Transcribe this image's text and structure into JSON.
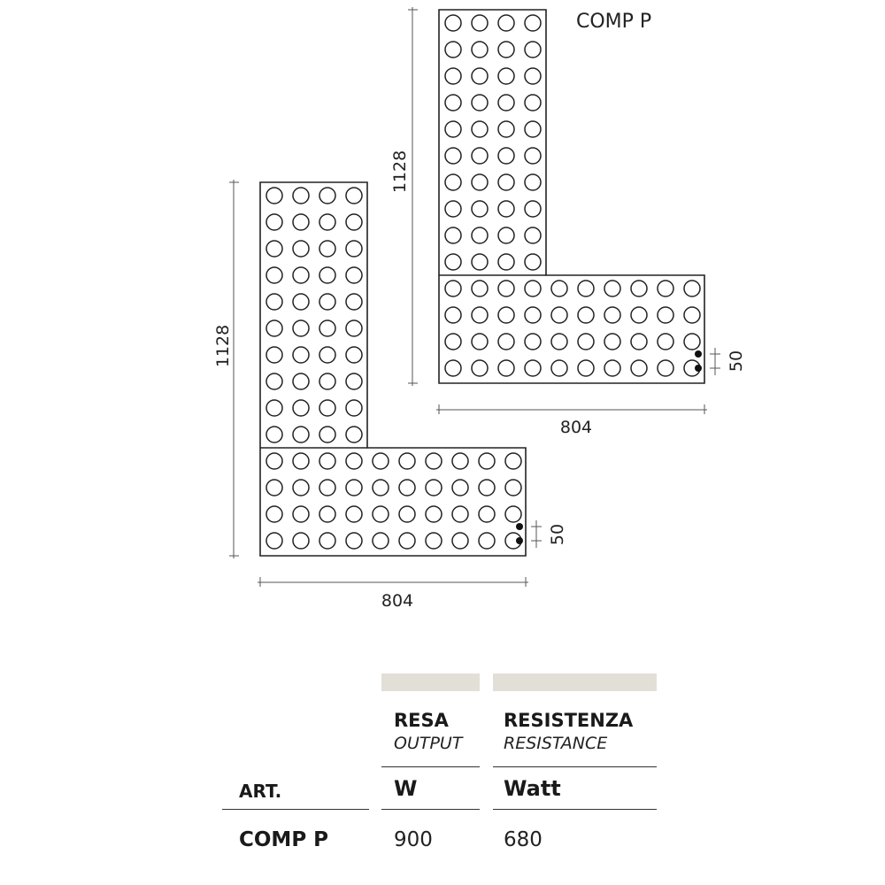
{
  "diagram": {
    "label_comp": "COMP P",
    "height_dimension": "1128",
    "width_dimension": "804",
    "pitch_dimension": "50"
  },
  "table": {
    "colors": {
      "header_bar": "#e2e0d6",
      "rule": "#333333"
    },
    "output_label": "RESA",
    "output_label_en": "OUTPUT",
    "resistance_label": "RESISTENZA",
    "resistance_label_en": "RESISTANCE",
    "art_label": "ART.",
    "output_unit": "W",
    "resistance_unit": "Watt",
    "rows": [
      {
        "art": "COMP P",
        "output": "900",
        "resistance": "680"
      }
    ]
  }
}
